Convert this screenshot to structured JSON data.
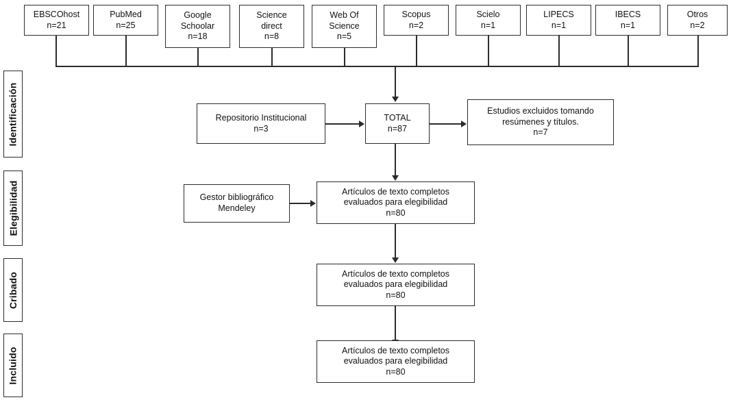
{
  "diagram": {
    "title": "PRISMA flow diagram",
    "line_color": "#2b2b2b",
    "background": "#ffffff"
  },
  "stages": [
    {
      "label": "Identificación"
    },
    {
      "label": "Elegibilidad"
    },
    {
      "label": "Cribado"
    },
    {
      "label": "Incluido"
    }
  ],
  "sources": [
    {
      "name": "EBSCOhost",
      "lines": [
        "EBSCOhost",
        "n=21"
      ],
      "count": "n=21"
    },
    {
      "name": "PubMed",
      "lines": [
        "PubMed",
        "n=25"
      ],
      "count": "n=25"
    },
    {
      "name": "Google Schoolar",
      "lines": [
        "Google",
        "Schoolar",
        "n=18"
      ],
      "count": "n=18"
    },
    {
      "name": "Science direct",
      "lines": [
        "Science",
        "direct",
        "n=8"
      ],
      "count": "n=8"
    },
    {
      "name": "Web Of Science",
      "lines": [
        "Web Of",
        "Science",
        "n=5"
      ],
      "count": "n=5"
    },
    {
      "name": "Scopus",
      "lines": [
        "Scopus",
        "n=2"
      ],
      "count": "n=2"
    },
    {
      "name": "Scielo",
      "lines": [
        "Scielo",
        "n=1"
      ],
      "count": "n=1"
    },
    {
      "name": "LIPECS",
      "lines": [
        "LIPECS",
        "n=1"
      ],
      "count": "n=1"
    },
    {
      "name": "IBECS",
      "lines": [
        "IBECS",
        "n=1"
      ],
      "count": "n=1"
    },
    {
      "name": "Otros",
      "lines": [
        "Otros",
        "n=2"
      ],
      "count": "n=2"
    }
  ],
  "nodes": {
    "repositorio": {
      "lines": [
        "Repositorio Institucional",
        "n=3"
      ],
      "count": "n=3"
    },
    "total": {
      "lines": [
        "TOTAL",
        "n=87"
      ],
      "count": "n=87"
    },
    "excluidos": {
      "lines": [
        "Estudios excluidos tomando",
        "resúmenes y títulos.",
        "n=7"
      ],
      "count": "n=7"
    },
    "gestor": {
      "lines": [
        "Gestor bibliográfico",
        "Mendeley"
      ]
    },
    "elegibilidad": {
      "lines": [
        "Artículos de texto completos",
        "evaluados para elegibilidad",
        "n=80"
      ],
      "count": "n=80"
    },
    "cribado": {
      "lines": [
        "Artículos de texto completos",
        "evaluados para elegibilidad",
        "n=80"
      ],
      "count": "n=80"
    },
    "incluido": {
      "lines": [
        "Artículos de texto completos",
        "evaluados para elegibilidad",
        "n=80"
      ],
      "count": "n=80"
    }
  }
}
